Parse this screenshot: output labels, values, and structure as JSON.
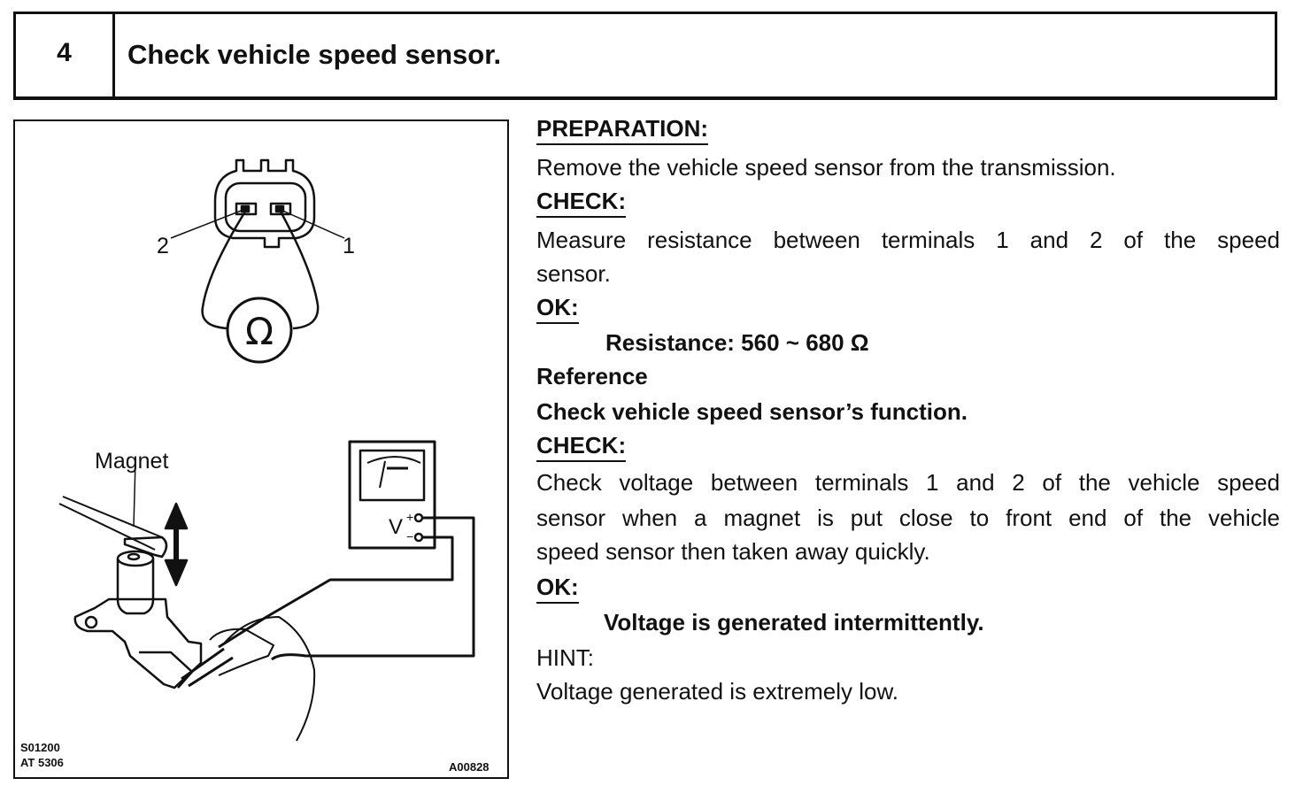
{
  "step": {
    "number": "4",
    "title": "Check vehicle speed sensor."
  },
  "figure": {
    "ohm_symbol": "Ω",
    "terminal_2": "2",
    "terminal_1": "1",
    "magnet_label": "Magnet",
    "meter_label": "V",
    "meter_plus": "+",
    "meter_minus": "−",
    "code_1": "S01200",
    "code_2": "AT 5306",
    "code_3": "A00828"
  },
  "content": {
    "preparation_heading": "PREPARATION:",
    "preparation_text": "Remove the vehicle speed sensor from the transmission.",
    "check1_heading": "CHECK:",
    "check1_line1": "Measure resistance between terminals 1 and 2 of the speed",
    "check1_line2": "sensor.",
    "ok1_heading": "OK:",
    "ok1_value": "Resistance: 560 ~ 680 Ω",
    "reference_heading": "Reference",
    "reference_title": "Check vehicle speed sensor’s function.",
    "check2_heading": "CHECK:",
    "check2_line1": "Check voltage between terminals 1 and 2 of the vehicle speed",
    "check2_line2": "sensor when a magnet is put close to front end of the vehicle",
    "check2_line3": "speed sensor then taken away quickly.",
    "ok2_heading": "OK:",
    "ok2_value": "Voltage is generated intermittently.",
    "hint_heading": "HINT:",
    "hint_text": "Voltage generated is extremely low."
  }
}
